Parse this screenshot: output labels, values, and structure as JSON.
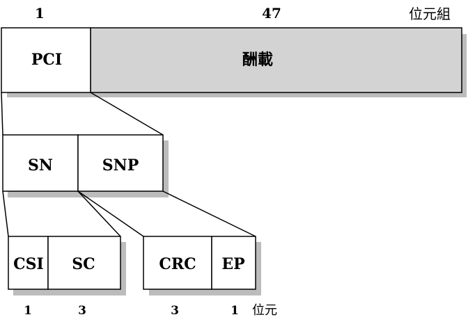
{
  "cell": {
    "header_bytes": "1",
    "payload_bytes": "47",
    "byte_unit": "位元組",
    "pci": "PCI",
    "payload": "酬載"
  },
  "pci_detail": {
    "sn": "SN",
    "snp": "SNP"
  },
  "sn_detail": {
    "csi": "CSI",
    "sc": "SC",
    "csi_bits": "1",
    "sc_bits": "3"
  },
  "snp_detail": {
    "crc": "CRC",
    "ep": "EP",
    "crc_bits": "3",
    "ep_bits": "1",
    "bit_unit": "位元"
  },
  "colors": {
    "payload_fill": "#d3d3d3",
    "shadow": "#bcbcbc",
    "stroke": "#000000"
  }
}
